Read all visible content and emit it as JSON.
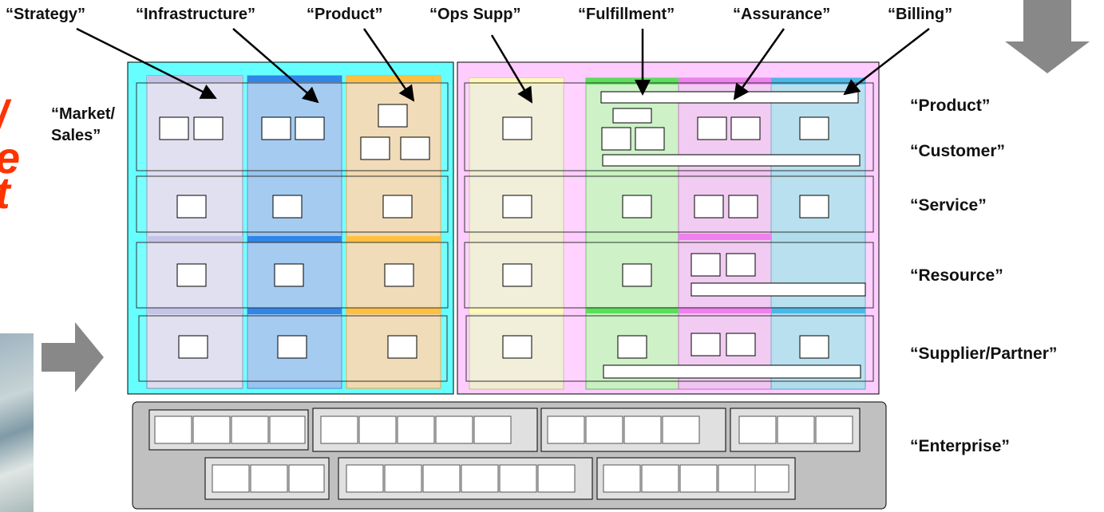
{
  "top_labels": [
    "“Strategy”",
    "“Infrastructure”",
    "“Product”",
    "“Ops Supp”",
    "“Fulfillment”",
    "“Assurance”",
    "“Billing”"
  ],
  "left_labels": {
    "market_line1": "“Market/",
    "market_line2": "Sales”"
  },
  "right_labels": [
    "“Product”",
    "“Customer”",
    "“Service”",
    "“Resource”",
    "“Supplier/Partner”",
    "“Enterprise”"
  ],
  "edge_fragment": [
    "/",
    "e",
    "t"
  ],
  "colors": {
    "sip_background": "#66ffff",
    "operations_background": "#ffccff",
    "enterprise_background": "#c0c0c0",
    "strategy_column": "#dcdcf0",
    "infrastructure_column": "#99c4f0",
    "product_column": "#f0d8b0",
    "ops_support_column": "#f0ecd4",
    "fulfillment_column": "#c8f0c0",
    "assurance_column": "#f0c4f0",
    "billing_column": "#b0dcec",
    "arrow_gray": "#888888",
    "accent_red": "#ff3300"
  },
  "icons": [
    "down-arrow-icon",
    "right-arrow-icon"
  ]
}
